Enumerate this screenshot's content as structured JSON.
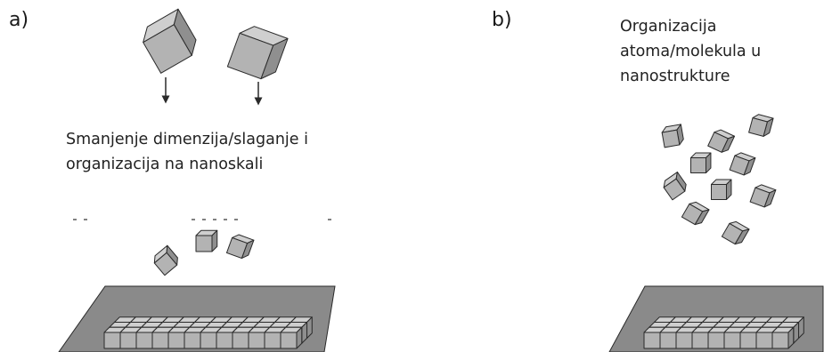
{
  "panel_a": {
    "label": "a)",
    "caption_lines": [
      "Smanjenje dimenzija/slaganje i",
      "organizacija na nanoskali"
    ]
  },
  "panel_b": {
    "label": "b)",
    "caption_lines": [
      "Organizacija",
      "atoma/molekula u",
      "nanostrukture"
    ]
  },
  "colors": {
    "cube_top": "#cfcfcf",
    "cube_left": "#b3b3b3",
    "cube_right": "#8f8f8f",
    "substrate": "#8a8a8a",
    "outline": "#2a2a2a"
  }
}
